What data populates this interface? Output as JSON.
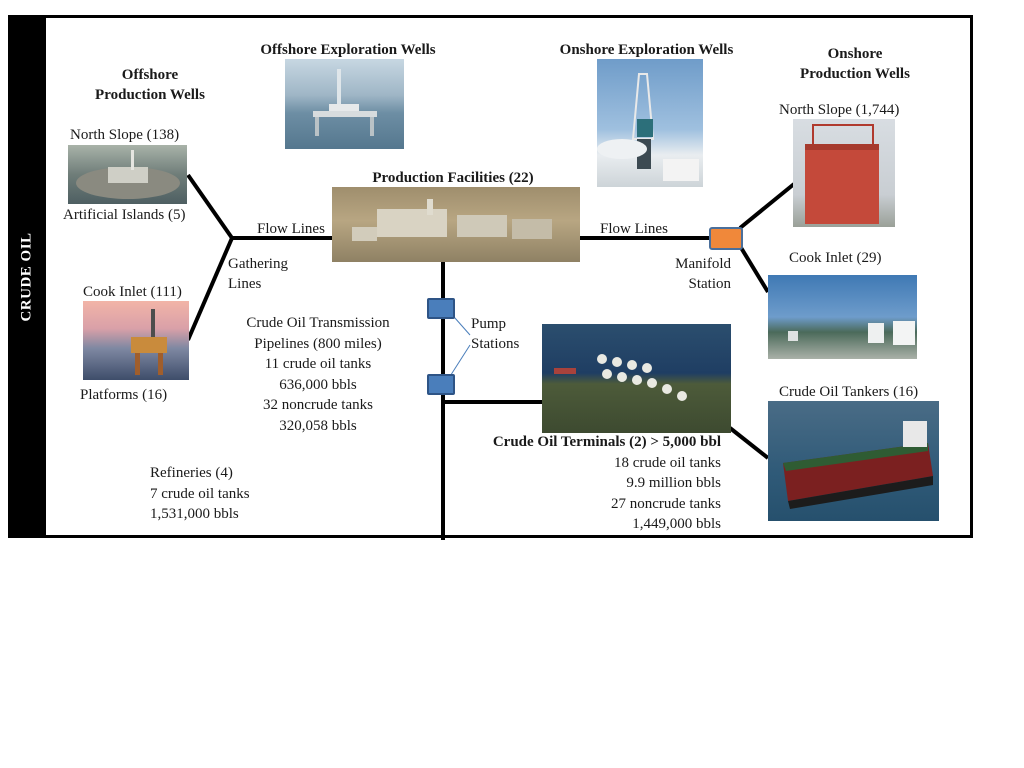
{
  "sidebar": {
    "label": "CRUDE OIL"
  },
  "labels": {
    "offshore_production_wells": [
      "Offshore",
      "Production Wells"
    ],
    "offshore_exploration_wells": "Offshore Exploration Wells",
    "onshore_exploration_wells": "Onshore Exploration Wells",
    "onshore_production_wells": [
      "Onshore",
      "Production Wells"
    ],
    "north_slope_offshore": "North Slope (138)",
    "artificial_islands": "Artificial Islands (5)",
    "cook_inlet_offshore": "Cook Inlet (111)",
    "platforms": "Platforms (16)",
    "gathering_lines": [
      "Gathering",
      "Lines"
    ],
    "flow_lines_left": "Flow Lines",
    "flow_lines_right": "Flow Lines",
    "production_facilities": "Production Facilities (22)",
    "manifold_station": [
      "Manifold",
      "Station"
    ],
    "north_slope_onshore": "North Slope (1,744)",
    "cook_inlet_onshore": "Cook Inlet (29)",
    "crude_oil_tankers": "Crude Oil Tankers (16)",
    "pump_stations": [
      "Pump",
      "Stations"
    ]
  },
  "transmission": {
    "lines": [
      "Crude Oil Transmission",
      "Pipelines (800 miles)",
      "11 crude oil tanks",
      "636,000 bbls",
      "32 noncrude tanks",
      "320,058 bbls"
    ]
  },
  "refineries": {
    "lines": [
      "Refineries (4)",
      "7 crude oil tanks",
      "1,531,000 bbls"
    ]
  },
  "terminals": {
    "title": "Crude Oil Terminals (2) > 5,000 bbl",
    "lines": [
      "18 crude oil tanks",
      "9.9 million bbls",
      "27 noncrude tanks",
      "1,449,000 bbls"
    ]
  },
  "colors": {
    "pump_station": "#4a7ebb",
    "manifold": "#f0883a",
    "line": "#000000"
  }
}
